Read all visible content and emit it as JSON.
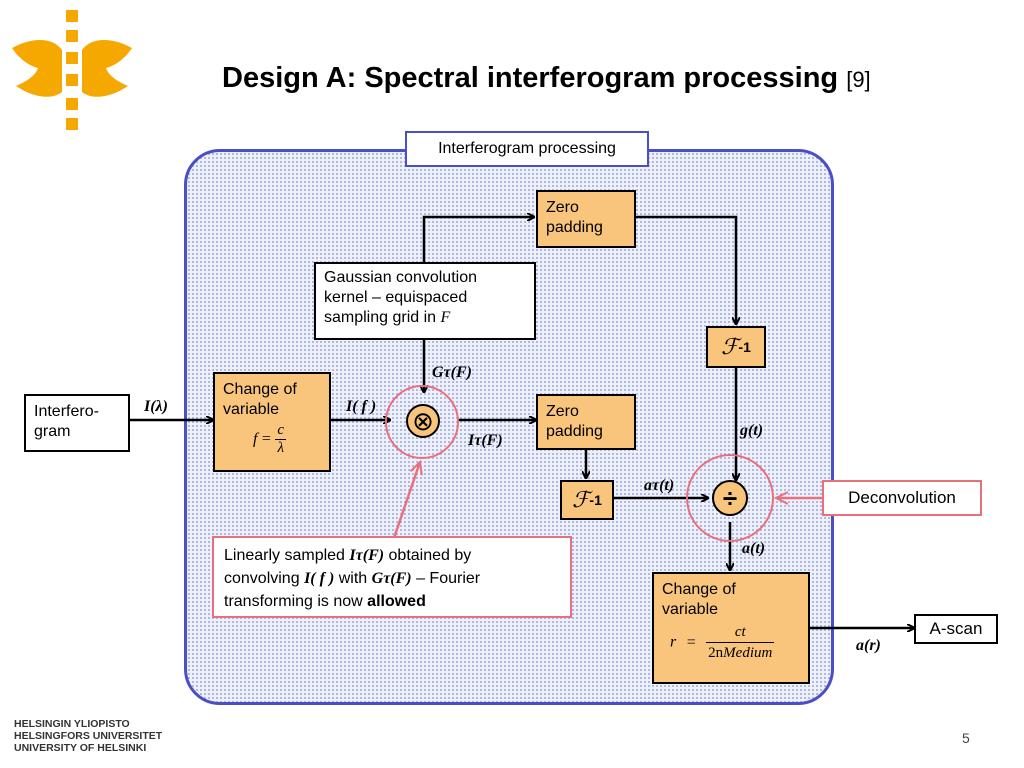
{
  "title": {
    "main": "Design A: Spectral interferogram processing",
    "ref": "[9]"
  },
  "panel_label": "Interferogram processing",
  "boxes": {
    "interferogram": {
      "line1": "Interfero-",
      "line2": "gram"
    },
    "change_var_1": {
      "line1": "Change of",
      "line2": "variable",
      "lhs": "f",
      "eq": "=",
      "num": "c",
      "den": "λ"
    },
    "zero_pad_top": {
      "line1": "Zero",
      "line2": "padding"
    },
    "gaussian": {
      "line1": "Gaussian convolution",
      "line2": "kernel – equispaced",
      "line3": "sampling grid in",
      "var": "F"
    },
    "zero_pad_mid": {
      "line1": "Zero",
      "line2": "padding"
    },
    "fourier_inv": {
      "symbol": "ℱ",
      "sup": "-1"
    },
    "change_var_2": {
      "line1": "Change of",
      "line2": "variable",
      "lhs": "r",
      "eq": "=",
      "num": "ct",
      "den_coef": "2n",
      "den_sub": "Medium"
    },
    "deconvolution": "Deconvolution",
    "ascan": "A-scan"
  },
  "note": {
    "p1": "Linearly sampled",
    "sym1": "Iτ(F)",
    "p2": "obtained by",
    "p3": "convolving",
    "sym2": "I( f )",
    "p4": "with",
    "sym3": "Gτ(F)",
    "p5": "– Fourier",
    "p6": "transforming is now",
    "bold": "allowed"
  },
  "operators": {
    "multiply": "⊗",
    "divide": "÷"
  },
  "signals": {
    "i_lambda": "I(λ)",
    "i_f": "I( f )",
    "g_tau": "Gτ(F)",
    "i_tau": "Iτ(F)",
    "g_t": "g(t)",
    "a_tau": "aτ(t)",
    "a_t": "a(t)",
    "a_r": "a(r)"
  },
  "footer": {
    "line1": "HELSINGIN YLIOPISTO",
    "line2": "HELSINGFORS UNIVERSITET",
    "line3": "UNIVERSITY OF HELSINKI",
    "page": "5"
  },
  "colors": {
    "accent_blue": "#4a4fc8",
    "box_orange": "#f9c47c",
    "highlight_pink": "#e8707c",
    "logo_yellow": "#f5a800"
  }
}
